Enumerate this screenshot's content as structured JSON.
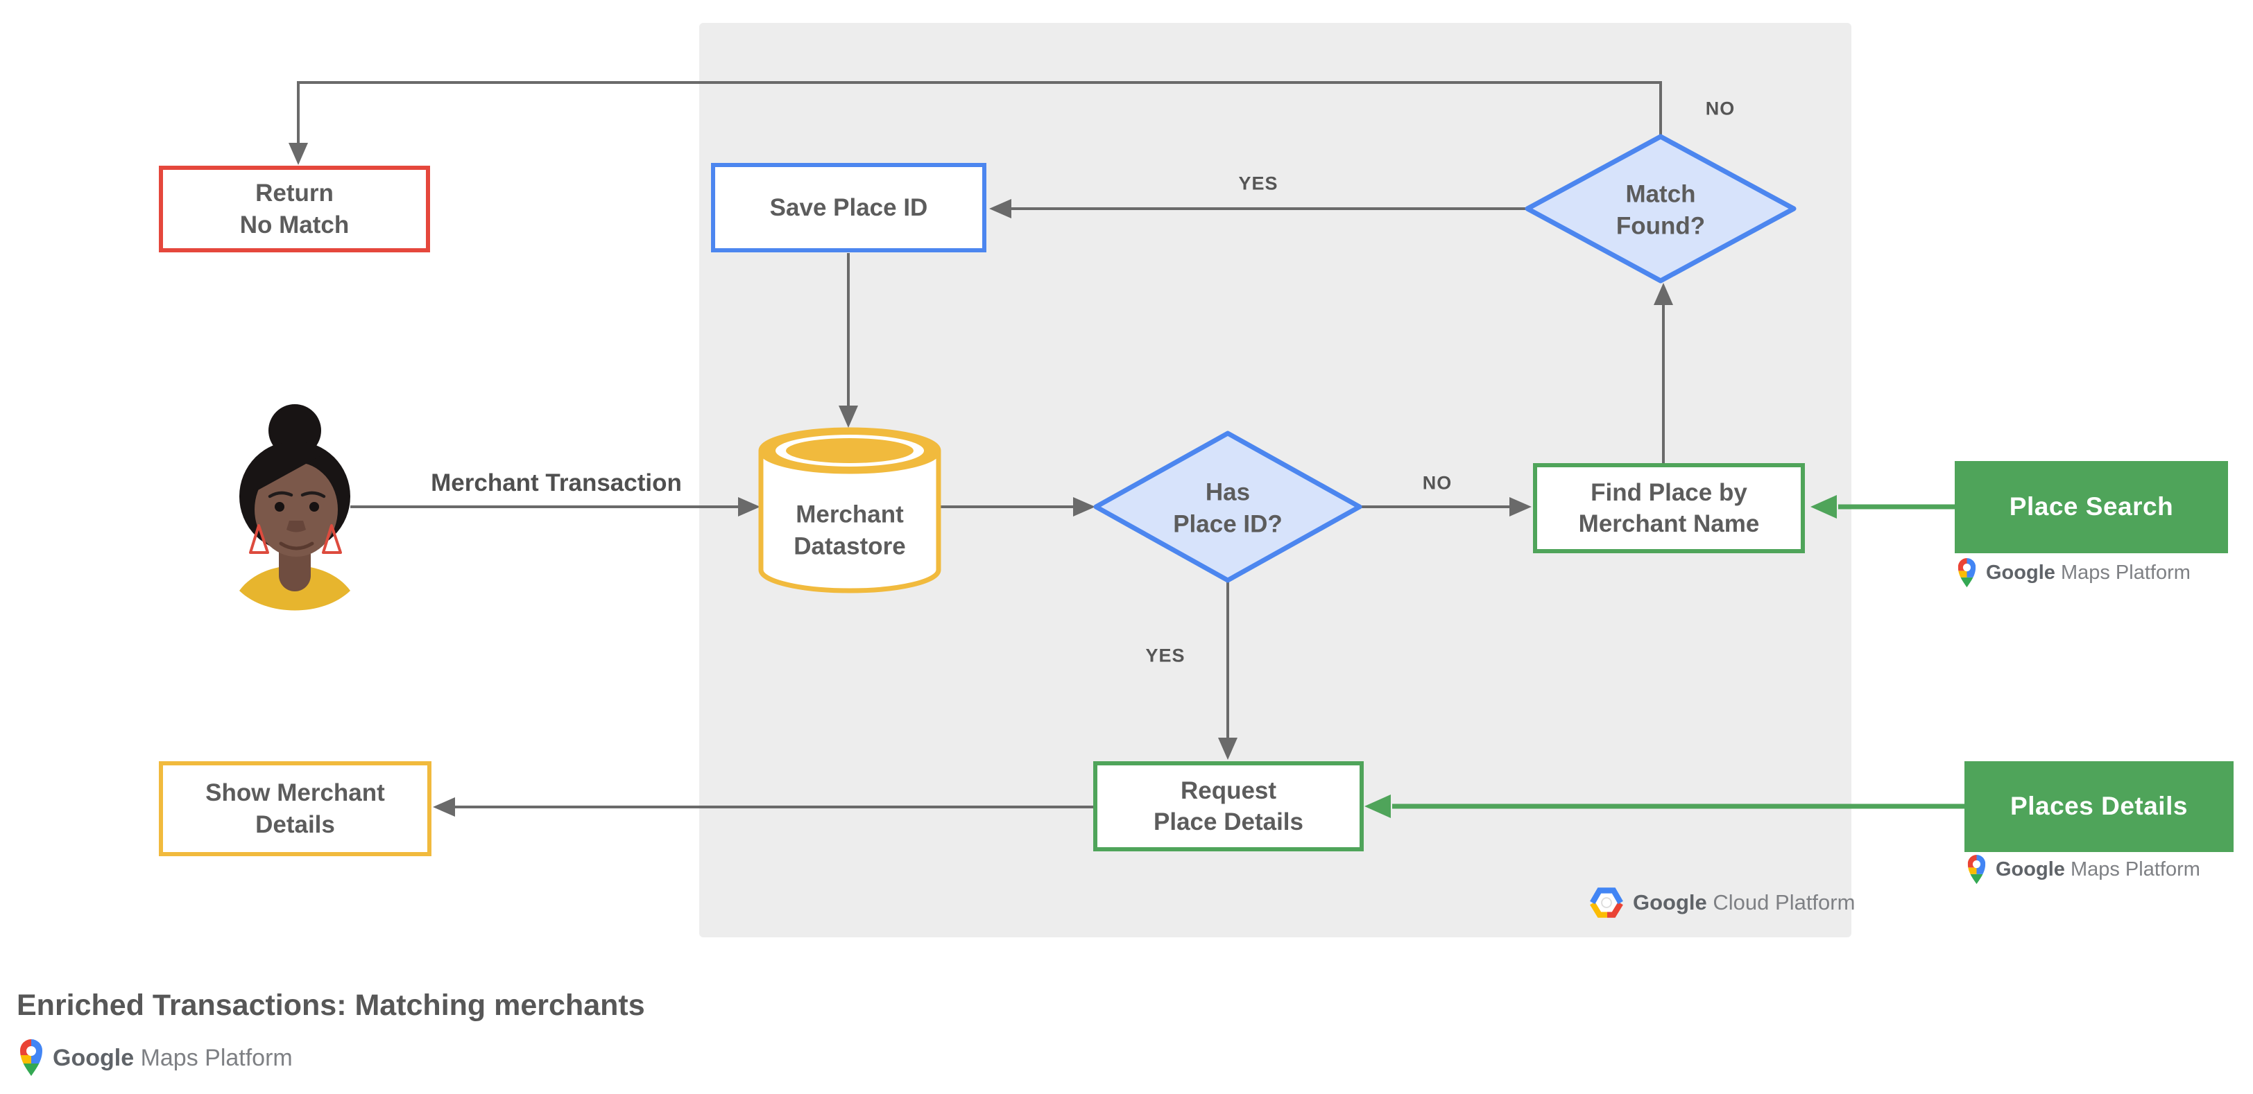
{
  "title": "Enriched Transactions: Matching merchants",
  "nodes": {
    "return_no_match": {
      "label": "Return\nNo Match"
    },
    "save_place_id": {
      "label": "Save Place ID"
    },
    "match_found": {
      "label": "Match\nFound?"
    },
    "merchant_datastore": {
      "label": "Merchant\nDatastore"
    },
    "has_place_id": {
      "label": "Has\nPlace ID?"
    },
    "find_place_by_merchant_name": {
      "label": "Find Place by\nMerchant Name"
    },
    "request_place_details": {
      "label": "Request\nPlace Details"
    },
    "show_merchant_details": {
      "label": "Show Merchant\nDetails"
    },
    "place_search": {
      "label": "Place Search"
    },
    "places_details": {
      "label": "Places Details"
    }
  },
  "edge_labels": {
    "match_found_no": "NO",
    "match_found_yes": "YES",
    "has_place_id_no": "NO",
    "has_place_id_yes": "YES",
    "merchant_transaction": "Merchant Transaction"
  },
  "logos": {
    "google_cloud_platform": {
      "google": "Google",
      "product": "Cloud Platform"
    },
    "google_maps_platform": {
      "google": "Google",
      "product": "Maps Platform"
    }
  },
  "colors": {
    "red": "#e5473c",
    "blue_border": "#4c86ef",
    "blue_fill": "#d7e3fb",
    "yellow": "#f1ba3d",
    "green": "#4fa45a",
    "panel_gray": "#ededed",
    "connector_gray": "#6a6a6a",
    "node_text": "#5c5c5c"
  }
}
